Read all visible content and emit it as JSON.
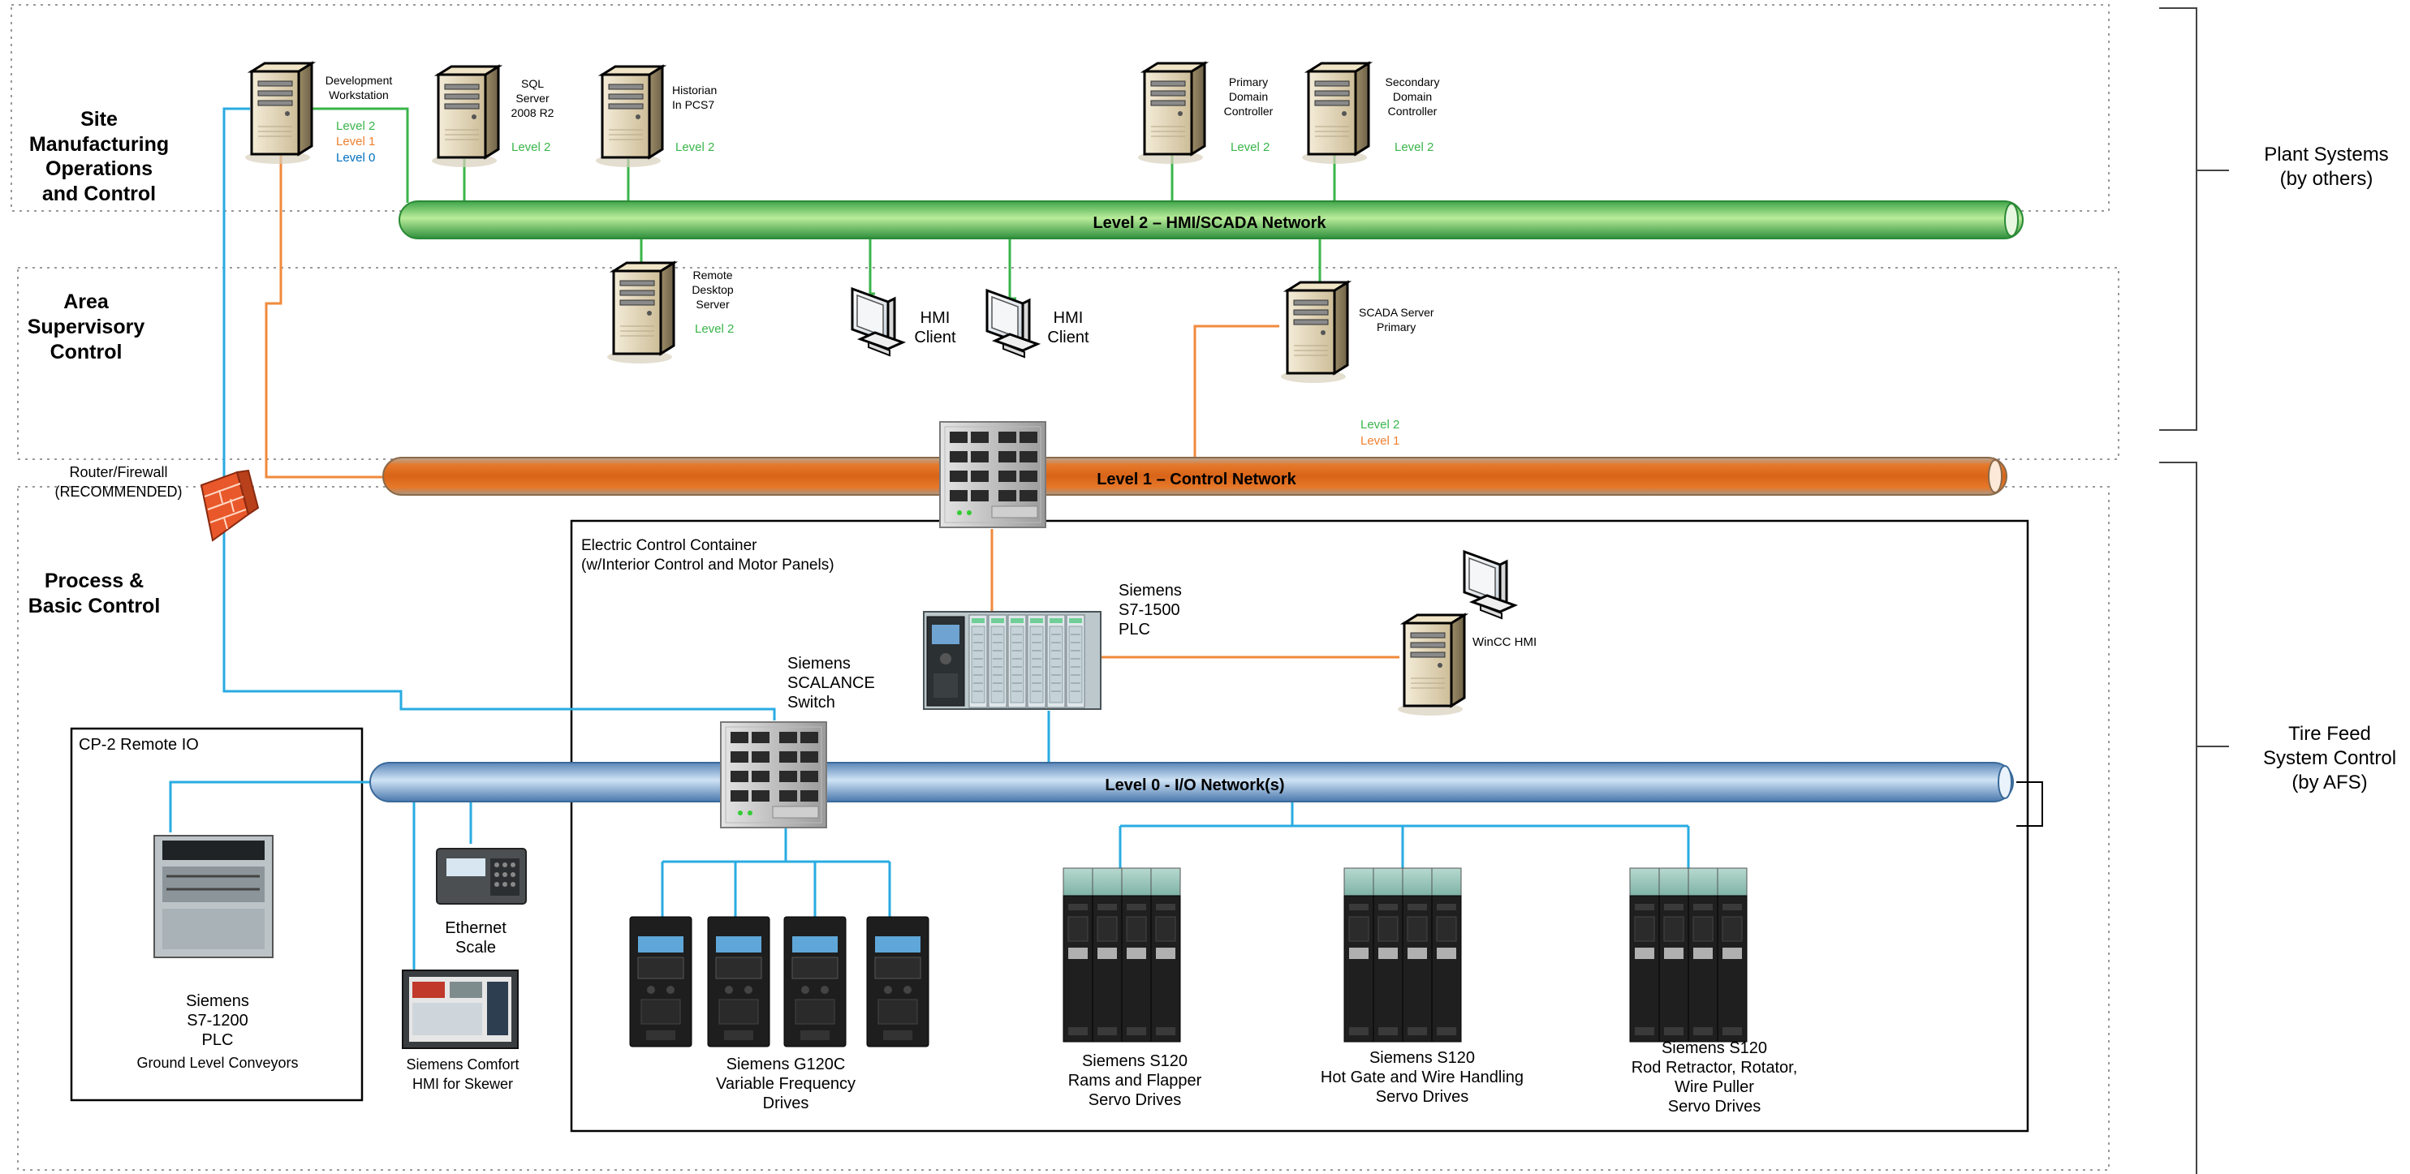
{
  "colors": {
    "level2_green": "#39b54a",
    "level1_orange": "#f08030",
    "level0_blue": "#29abe2",
    "zone_border": "#999999",
    "label_level0_text": "#0070c0"
  },
  "zones": {
    "site": {
      "title": [
        "Site",
        "Manufacturing",
        "Operations",
        "and Control"
      ]
    },
    "area": {
      "title": [
        "Area",
        "Supervisory",
        "Control"
      ]
    },
    "process": {
      "title": [
        "Process &",
        "Basic Control"
      ]
    }
  },
  "brackets": {
    "plant": {
      "label": [
        "Plant Systems",
        "(by others)"
      ]
    },
    "tire": {
      "label": [
        "Tire Feed",
        "System Control",
        "(by AFS)"
      ]
    }
  },
  "networks": {
    "level2": {
      "label": "Level 2 – HMI/SCADA Network"
    },
    "level1": {
      "label": "Level 1 – Control Network"
    },
    "level0": {
      "label": "Level 0 - I/O Network(s)"
    }
  },
  "servers": {
    "dev": {
      "label": [
        "Development",
        "Workstation"
      ],
      "levels": [
        "Level 2",
        "Level 1",
        "Level 0"
      ]
    },
    "sql": {
      "label": [
        "SQL",
        "Server",
        "2008 R2"
      ],
      "levels": [
        "Level 2"
      ]
    },
    "historian": {
      "label": [
        "Historian",
        "In PCS7"
      ],
      "levels": [
        "Level 2"
      ]
    },
    "pdc": {
      "label": [
        "Primary",
        "Domain",
        "Controller"
      ],
      "levels": [
        "Level 2"
      ]
    },
    "sdc": {
      "label": [
        "Secondary",
        "Domain",
        "Controller"
      ],
      "levels": [
        "Level 2"
      ]
    },
    "rds": {
      "label": [
        "Remote",
        "Desktop",
        "Server"
      ],
      "levels": [
        "Level 2"
      ]
    },
    "scada": {
      "label": [
        "SCADA Server",
        "Primary"
      ],
      "levels": [
        "Level 2",
        "Level 1"
      ]
    },
    "wincc": {
      "label": [
        "WinCC HMI"
      ]
    }
  },
  "clients": {
    "hmi1": {
      "label": [
        "HMI",
        "Client"
      ]
    },
    "hmi2": {
      "label": [
        "HMI",
        "Client"
      ]
    }
  },
  "router": {
    "label": [
      "Router/Firewall",
      "(RECOMMENDED)"
    ]
  },
  "container": {
    "label": [
      "Electric Control Container",
      "(w/Interior Control and Motor Panels)"
    ]
  },
  "cp2": {
    "label": "CP-2 Remote IO"
  },
  "devices": {
    "s71500": {
      "label": [
        "Siemens",
        "S7-1500",
        "PLC"
      ]
    },
    "scalance": {
      "label": [
        "Siemens",
        "SCALANCE",
        "Switch"
      ]
    },
    "s71200": {
      "label": [
        "Siemens",
        "S7-1200",
        "PLC",
        "Ground Level Conveyors"
      ]
    },
    "scale": {
      "label": [
        "Ethernet",
        "Scale"
      ]
    },
    "comfort": {
      "label": [
        "Siemens Comfort",
        "HMI for Skewer"
      ]
    },
    "g120c": {
      "label": [
        "Siemens G120C",
        "Variable Frequency",
        "Drives"
      ]
    },
    "s120a": {
      "label": [
        "Siemens S120",
        "Rams and Flapper",
        "Servo Drives"
      ]
    },
    "s120b": {
      "label": [
        "Siemens S120",
        "Hot Gate and Wire Handling",
        "Servo Drives"
      ]
    },
    "s120c": {
      "label": [
        "Siemens S120",
        "Rod Retractor, Rotator,",
        "Wire Puller",
        "Servo Drives"
      ]
    }
  }
}
